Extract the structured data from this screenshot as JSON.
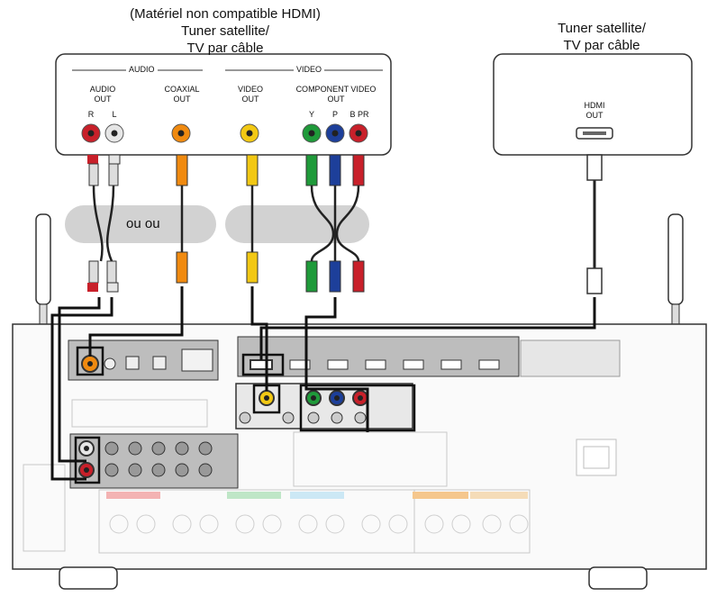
{
  "left_device": {
    "title_line1": "(Matériel non compatible HDMI)",
    "title_line2": "Tuner satellite/",
    "title_line3": "TV par câble",
    "section_audio": "AUDIO",
    "section_video": "VIDEO",
    "audio_out_line1": "AUDIO",
    "audio_out_line2": "OUT",
    "ch_r": "R",
    "ch_l": "L",
    "coaxial_line1": "COAXIAL",
    "coaxial_line2": "OUT",
    "video_out_line1": "VIDEO",
    "video_out_line2": "OUT",
    "component_line1": "COMPONENT VIDEO",
    "component_line2": "OUT",
    "comp_y": "Y",
    "comp_pb": "P",
    "comp_pr": "B PR"
  },
  "right_device": {
    "title_line1": "Tuner satellite/",
    "title_line2": "TV par câble",
    "hdmi_line1": "HDMI",
    "hdmi_line2": "OUT"
  },
  "cable_note": "ou ou",
  "colors": {
    "red": "#c8202a",
    "white": "#e6e6e6",
    "orange": "#f08a10",
    "yellow": "#f2c814",
    "green": "#1f9a3a",
    "blue": "#1d3f9a"
  }
}
